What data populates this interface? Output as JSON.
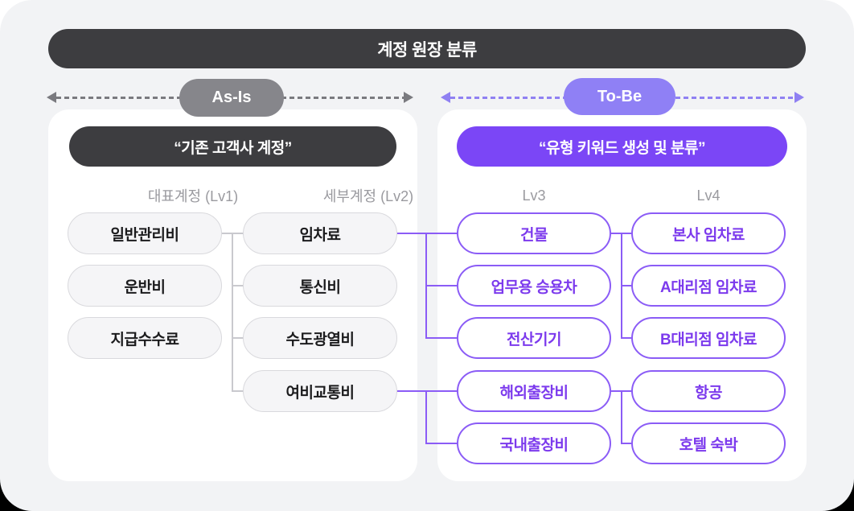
{
  "title": "계정 원장 분류",
  "asis": {
    "tag": "As-Is",
    "header": "“기존 고객사 계정”",
    "columns": [
      {
        "label": "대표계정 (Lv1)",
        "items": [
          "일반관리비",
          "운반비",
          "지급수수료"
        ]
      },
      {
        "label": "세부계정 (Lv2)",
        "items": [
          "임차료",
          "통신비",
          "수도광열비",
          "여비교통비"
        ]
      }
    ]
  },
  "tobe": {
    "tag": "To-Be",
    "header": "“유형 키워드 생성 및 분류”",
    "columns": [
      {
        "label": "Lv3",
        "items": [
          "건물",
          "업무용 승용차",
          "전산기기",
          "해외출장비",
          "국내출장비"
        ]
      },
      {
        "label": "Lv4",
        "items": [
          "본사 임차료",
          "A대리점 임차료",
          "B대리점 임차료",
          "항공",
          "호텔 숙박"
        ]
      }
    ]
  },
  "connections": {
    "lv1_to_lv2": [
      {
        "from": "일반관리비",
        "to": [
          "임차료",
          "통신비",
          "수도광열비",
          "여비교통비"
        ]
      }
    ],
    "lv2_to_lv3": [
      {
        "from": "임차료",
        "to": [
          "건물",
          "업무용 승용차",
          "전산기기"
        ]
      },
      {
        "from": "여비교통비",
        "to": [
          "해외출장비",
          "국내출장비"
        ]
      }
    ],
    "lv3_to_lv4": [
      {
        "from": "건물",
        "to": [
          "본사 임차료",
          "A대리점 임차료",
          "B대리점 임차료"
        ]
      },
      {
        "from": "해외출장비",
        "to": [
          "항공",
          "호텔 숙박"
        ]
      }
    ]
  },
  "colors": {
    "dark_bar": "#3D3D40",
    "asis_tag_bg": "#86868B",
    "tobe_tag_bg": "#8F80F5",
    "tobe_header_bg": "#7B46F6",
    "purple_line": "#8B5CF6",
    "purple_text": "#7C3AED",
    "purple_dash": "#8F80F2",
    "gray_dash": "#7A7A7F",
    "gray_line": "#C9C9CE",
    "asis_pill_bg": "#F5F5F7",
    "asis_pill_border": "#D9D9DD",
    "asis_pill_text": "#1B1B1D",
    "column_label": "#9A9A9F",
    "canvas_bg": "#F2F3F5",
    "panel_bg": "#FFFFFF"
  }
}
